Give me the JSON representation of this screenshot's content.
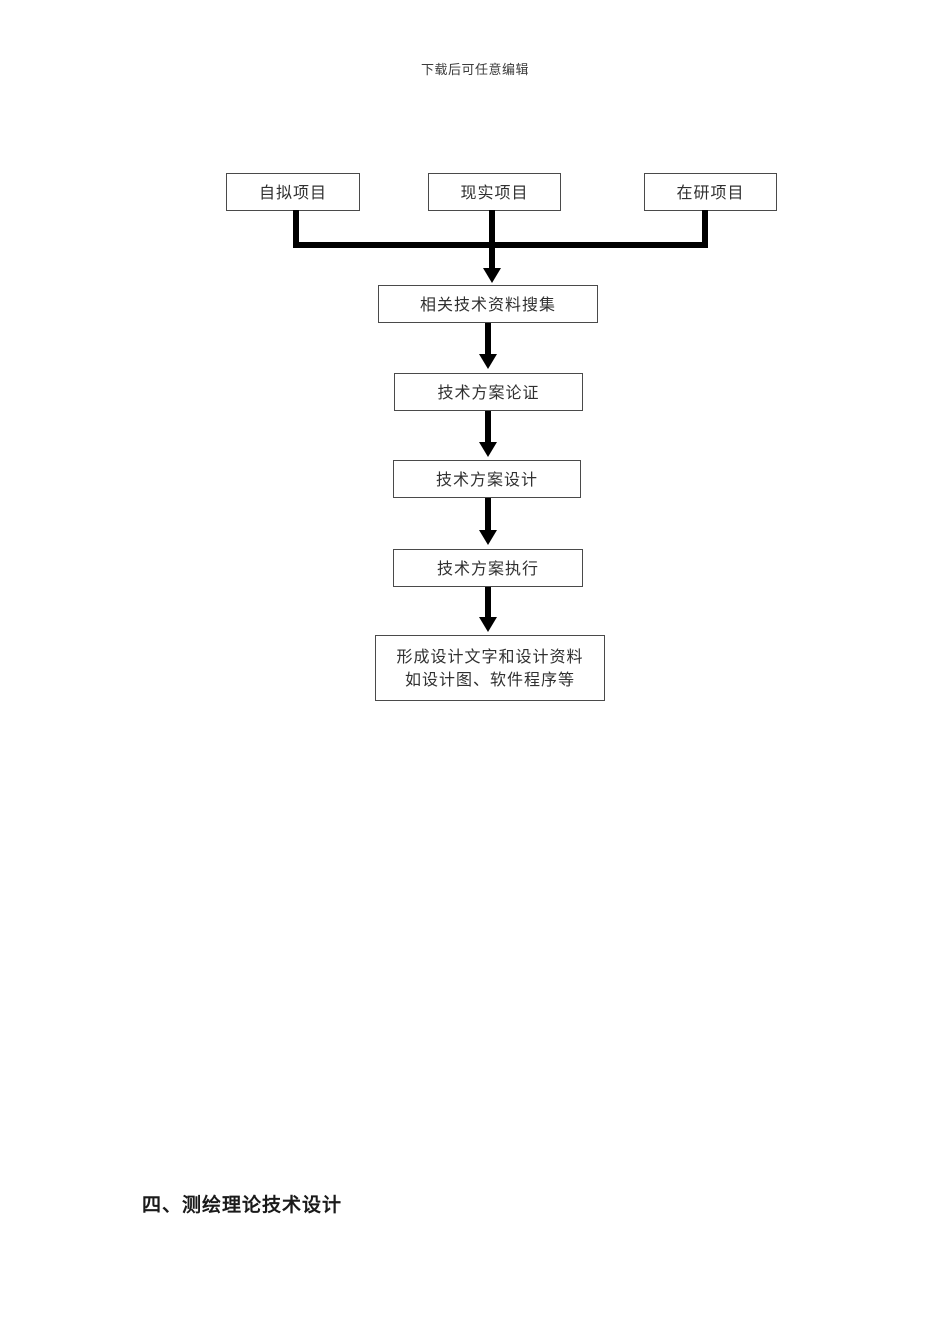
{
  "document": {
    "header_note": "下载后可任意编辑",
    "section_heading": "四、测绘理论技术设计"
  },
  "flowchart": {
    "type": "flowchart",
    "orientation": "top-to-bottom",
    "sources": [
      {
        "id": "self",
        "label": "自拟项目"
      },
      {
        "id": "real",
        "label": "现实项目"
      },
      {
        "id": "ongoing",
        "label": "在研项目"
      }
    ],
    "chain": [
      {
        "id": "collect",
        "label": "相关技术资料搜集"
      },
      {
        "id": "demonstrate",
        "label": "技术方案论证"
      },
      {
        "id": "design",
        "label": "技术方案设计"
      },
      {
        "id": "execute",
        "label": "技术方案执行"
      },
      {
        "id": "output",
        "label": "形成设计文字和设计资料\n如设计图、软件程序等"
      }
    ],
    "edges": [
      {
        "from": "self",
        "to": "merge-bus"
      },
      {
        "from": "real",
        "to": "merge-bus"
      },
      {
        "from": "ongoing",
        "to": "merge-bus"
      },
      {
        "from": "merge-bus",
        "to": "collect"
      },
      {
        "from": "collect",
        "to": "demonstrate"
      },
      {
        "from": "demonstrate",
        "to": "design"
      },
      {
        "from": "design",
        "to": "execute"
      },
      {
        "from": "execute",
        "to": "output"
      }
    ],
    "style": {
      "box_border_color": "#4a4a4a",
      "box_fill": "#ffffff",
      "connector_color": "#000000",
      "text_color": "#303030"
    }
  }
}
